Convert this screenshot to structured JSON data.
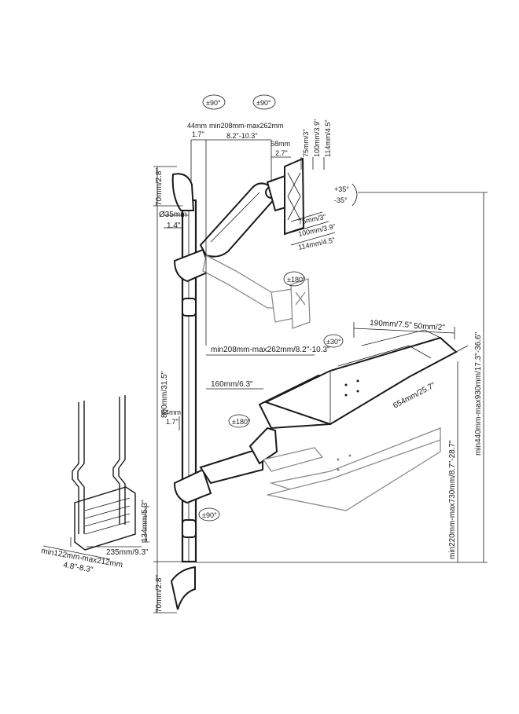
{
  "diagram": {
    "rotation_labels": {
      "swivel_top_left": "±90°",
      "swivel_top_right": "±90°",
      "tilt": "+35° / -35°",
      "tilt_plus": "+35°",
      "tilt_minus": "-35°",
      "rotate_monitor": "±180°",
      "keyboard_tilt": "±30°",
      "keyboard_swivel": "±180°",
      "lower_swivel": "±90°"
    },
    "monitor_arm": {
      "arm_offset": "44mm",
      "arm_offset_in": "1.7\"",
      "arm_reach": "min208mm-max262mm",
      "arm_reach_in": "8.2\"-10.3\"",
      "vesa_offset": "68mm",
      "vesa_offset_in": "2.7\"",
      "vesa_sizes_vertical": [
        "75mm/3\"",
        "100mm/3.9\"",
        "114mm/4.5\""
      ],
      "vesa_sizes_horizontal": [
        "75mm/3\"",
        "100mm/3.9\"",
        "114mm/4.5\""
      ],
      "pole_diameter": "Ø35mm",
      "pole_diameter_in": "1.4\""
    },
    "pole": {
      "top_clamp": "70mm/2.8\"",
      "height": "800mm/31.5\"",
      "bottom_clamp": "70mm/2.8\""
    },
    "keyboard_tray": {
      "depth": "190mm/7.5\"",
      "mouse_pad": "50mm/2\"",
      "reach": "min208mm-max262mm/8.2\"-10.3\"",
      "arm_extension": "160mm/6.3\"",
      "arm_offset": "44mm",
      "arm_offset_in": "1.7\"",
      "width": "654mm/25.7\"",
      "height_range": "min220mm-max730mm/8.7\"-28.7\"",
      "monitor_height_range": "min440mm-max930mm/17.3\"-36.6\""
    },
    "cpu_holder": {
      "height": "134mm/5.3\"",
      "depth": "235mm/9.3\"",
      "width_range": "min122mm-max212mm",
      "width_range_in": "4.8\"-8.3\""
    }
  }
}
